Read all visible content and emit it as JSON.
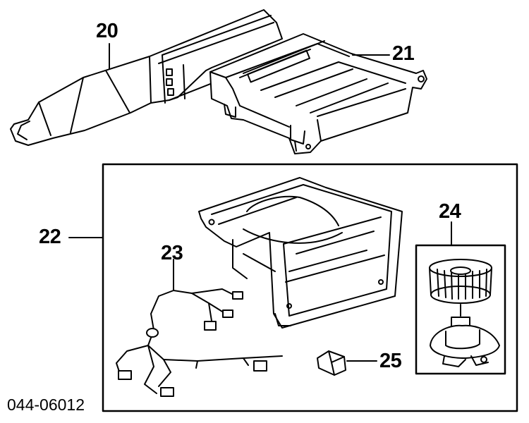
{
  "diagram": {
    "callouts": {
      "c20": "20",
      "c21": "21",
      "c22": "22",
      "c23": "23",
      "c24": "24",
      "c25": "25"
    },
    "figure_code": "044-06012"
  }
}
